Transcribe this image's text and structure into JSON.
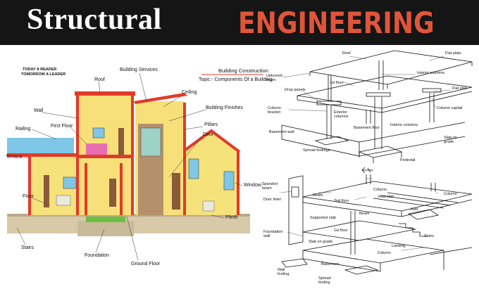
{
  "header": {
    "title_left": "Structural",
    "title_right": "ENGINEERING",
    "accent_color": "#e0553a",
    "background_color": "#151515"
  },
  "house_diagram": {
    "watermark_line1": "TODAY A READER",
    "watermark_line2": "TOMORROW A LEADER",
    "building_construction": "Building Construction",
    "topic": "Topic:- Components Of a Building",
    "labels": {
      "roof": "Roof",
      "building_services": "Building Services",
      "ceiling": "Ceiling",
      "wall": "Wall",
      "building_finishes": "Building Finishes",
      "first_floor": "First Floor",
      "pillars": "Pillars",
      "railing": "Railing",
      "door": "Door",
      "terrace": "Terrace",
      "window": "Window",
      "floor": "Floor",
      "plinth": "Plinth",
      "stairs": "Stairs",
      "foundation": "Foundation",
      "ground_floor": "Ground Floor"
    }
  },
  "frame_top": {
    "labels": {
      "roof": "Roof",
      "flat_plate": "Flat plate",
      "upturned_beam": "Upturned beam",
      "interior_columns": "Interior columns",
      "first_floor": "1st floor",
      "flat_slab": "Flat slab",
      "drop_panels": "Drop panels",
      "column_capital": "Column capital",
      "column_bracket": "Column bracket",
      "exterior_columns": "Exterior columns",
      "basement_floor": "Basement floor",
      "interior_columns_2": "Interior columns",
      "basement_wall": "Basement wall",
      "slab_on_grade": "Slab on grade",
      "spread_footings": "Spread footings",
      "pedestal": "Pedestal"
    }
  },
  "frame_bottom": {
    "labels": {
      "spandrel_beam": "Spandrel beam",
      "door_lintel": "Door lintel",
      "beam": "Beam",
      "column": "Column",
      "column_2": "Column",
      "joist_slab": "Joist slab",
      "second_floor": "2nd floor",
      "joist": "Joist",
      "supported_slab": "Supported slab",
      "beam_2": "Beam",
      "foundation_wall": "Foundation wall",
      "first_floor": "1st floor",
      "landing": "Landing",
      "stairs": "Stairs",
      "slab_on_grade": "Slab on grade",
      "column_3": "Column",
      "basement": "Basement",
      "wall_footing": "Wall footing",
      "spread_footing": "Spread footing"
    }
  }
}
